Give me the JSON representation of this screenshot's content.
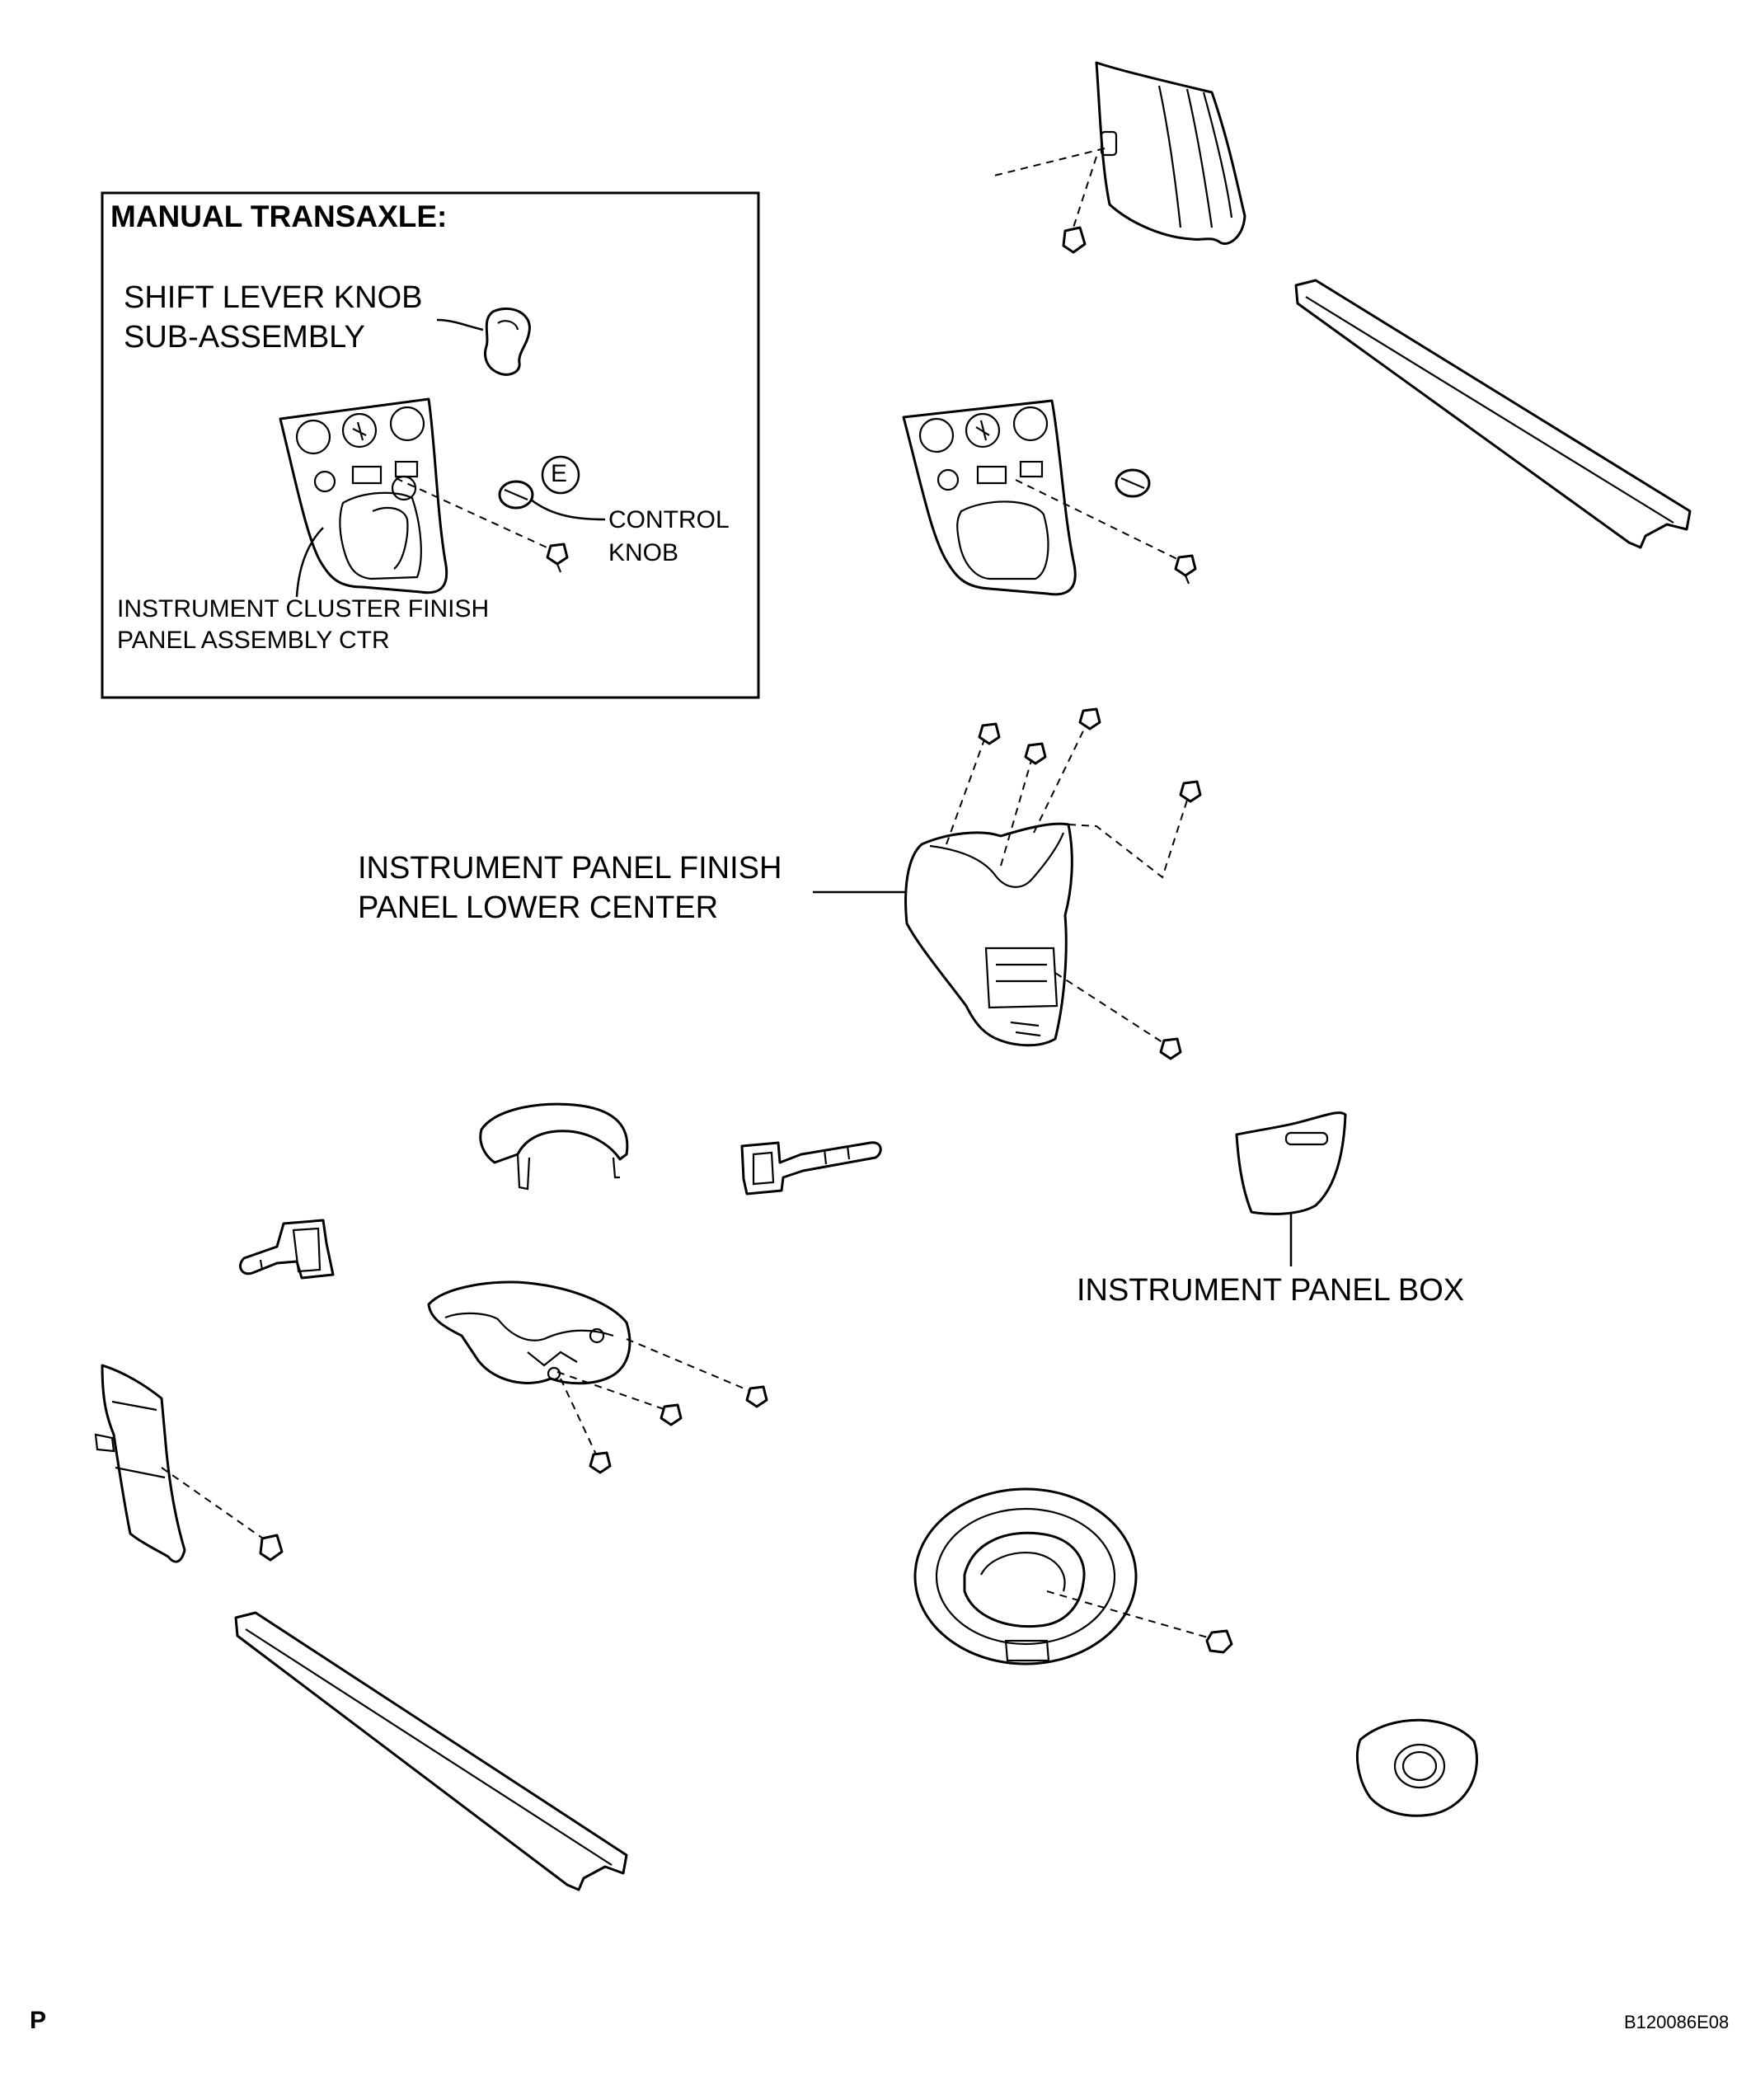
{
  "inset": {
    "title": "MANUAL TRANSAXLE:",
    "shift_knob_line1": "SHIFT LEVER KNOB",
    "shift_knob_line2": "SUB-ASSEMBLY",
    "control_knob_line1": "CONTROL",
    "control_knob_line2": "KNOB",
    "cluster_line1": "INSTRUMENT CLUSTER FINISH",
    "cluster_line2": "PANEL ASSEMBLY CTR",
    "reuse_mark": "E"
  },
  "labels": {
    "lower_center_line1": "INSTRUMENT PANEL FINISH",
    "lower_center_line2": "PANEL LOWER CENTER",
    "panel_box": "INSTRUMENT PANEL BOX"
  },
  "footer": {
    "page_mark": "P",
    "figure_code": "B120086E08"
  }
}
